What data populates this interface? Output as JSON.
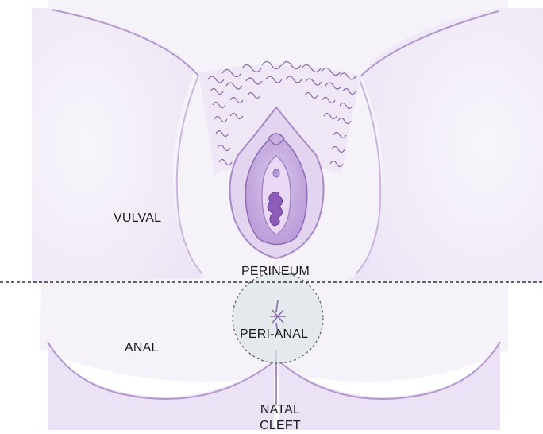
{
  "labels": {
    "vulval": "VULVAL",
    "perineum": "PERINEUM",
    "anal": "ANAL",
    "peri_anal": "PERI-ANAL",
    "natal_cleft_line1": "NATAL",
    "natal_cleft_line2": "CLEFT"
  },
  "colors": {
    "skin": "#f4f0f8",
    "skin_shadow": "#e3d9ef",
    "outline": "#a98ac8",
    "hair": "#8a6aa8",
    "labia_outer": "#cdb6e2",
    "labia_inner": "#b393d4",
    "opening": "#8d5bb8",
    "peri_anal_fill": "#dde6ea",
    "divider": "#333333"
  }
}
